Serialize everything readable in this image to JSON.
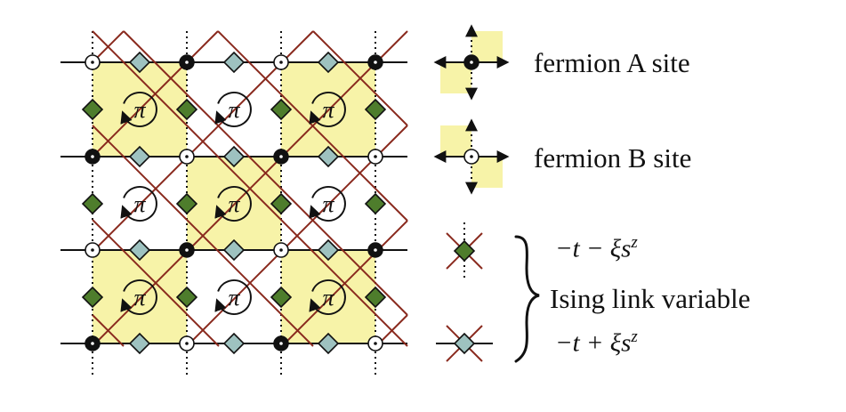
{
  "lattice": {
    "flux_symbol": "π",
    "colors": {
      "plaquette_fill": "#f7f3a8",
      "site_a_fill": "#111111",
      "site_b_fill": "#ffffff",
      "diamond_green": "#4e7d2c",
      "diamond_cyan": "#9ec2c0",
      "link_red": "#8a2a1e",
      "line": "#111111"
    }
  },
  "legend": {
    "fermion_a_label": "fermion A site",
    "fermion_b_label": "fermion B site",
    "coupling_minus": "−t − ξs",
    "coupling_plus": "−t + ξs",
    "superscript": "z",
    "ising_label": "Ising link variable"
  }
}
